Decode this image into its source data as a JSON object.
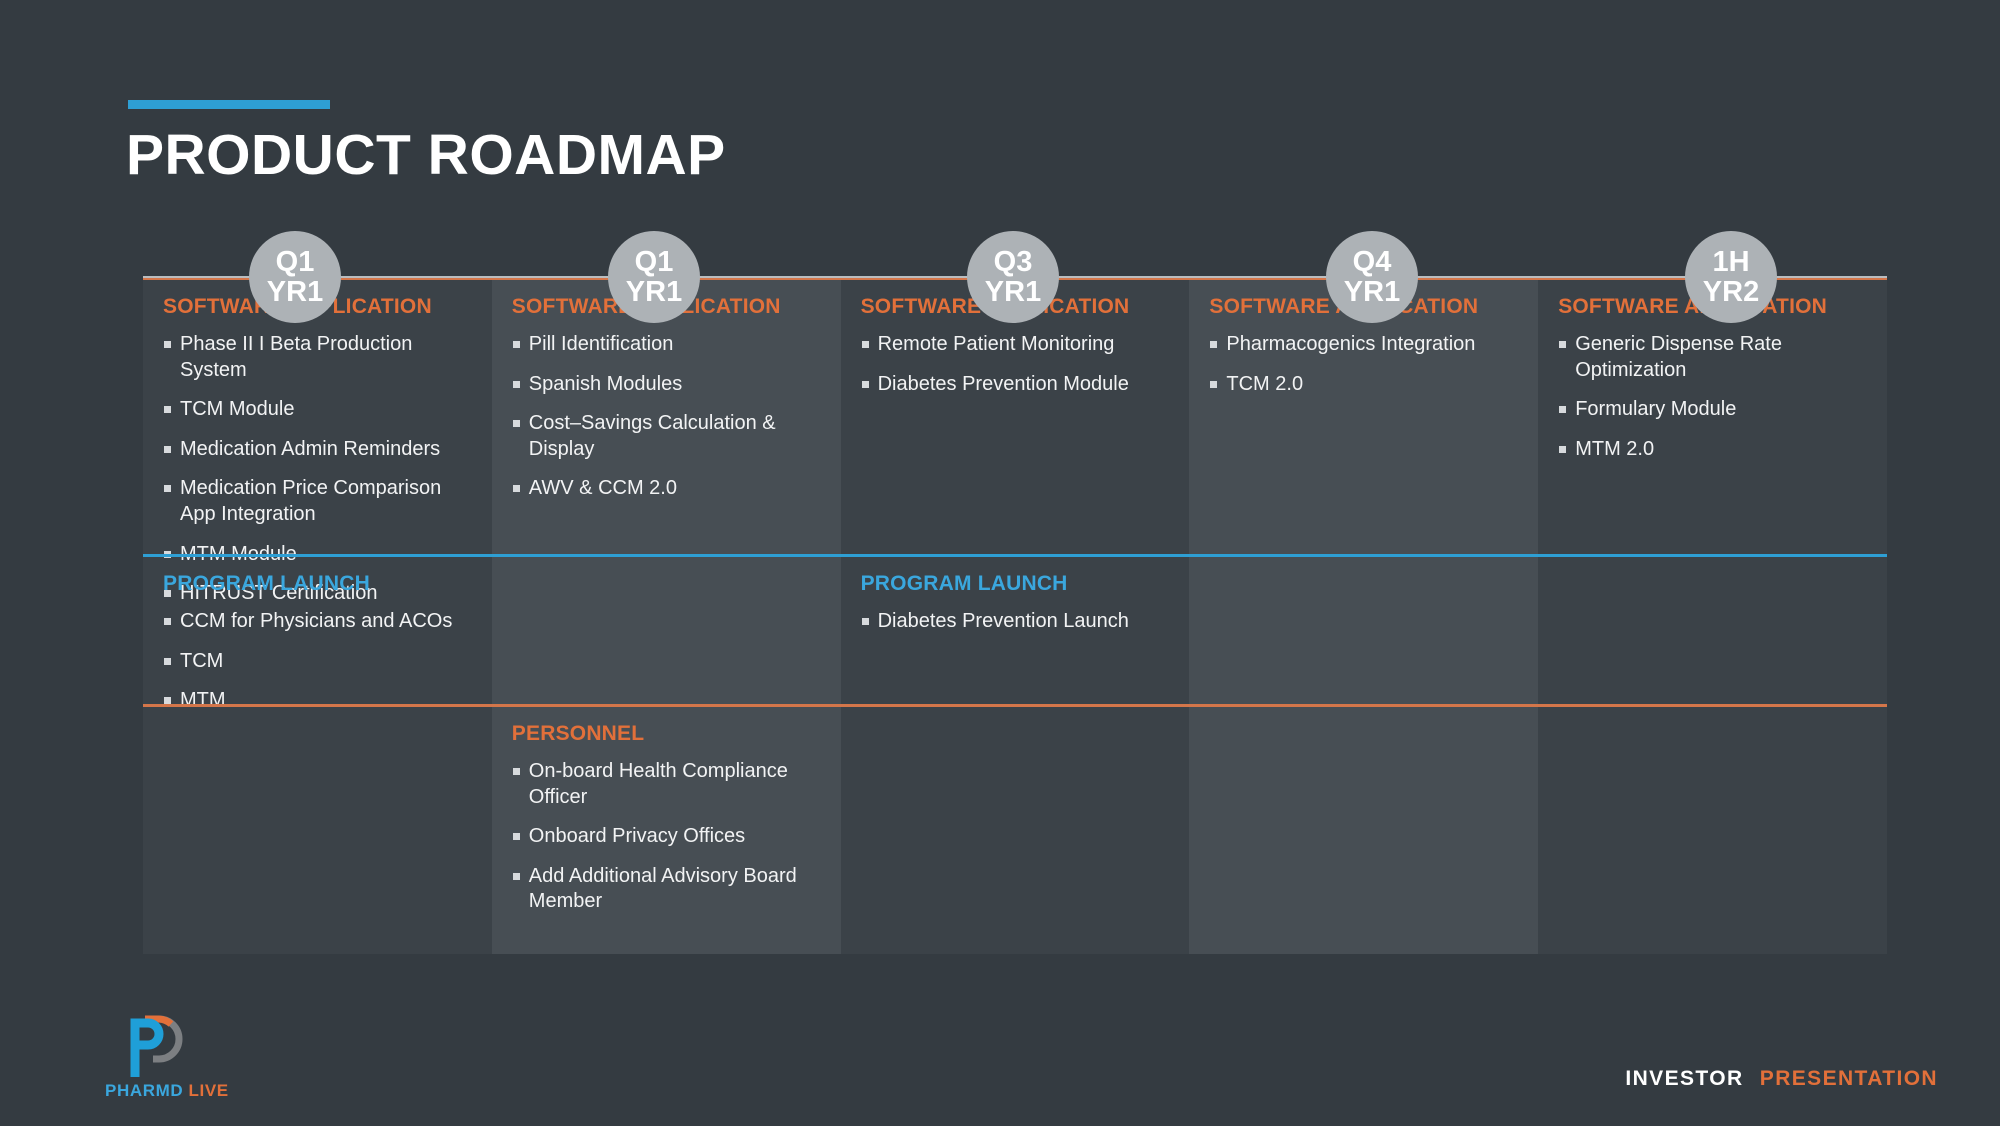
{
  "slide": {
    "title": "PRODUCT ROADMAP",
    "accent_blue": "#2e9fd4",
    "accent_orange": "#e2703a",
    "background": "#343b41"
  },
  "timeline": {
    "milestones": [
      {
        "quarter": "Q1",
        "year": "YR1"
      },
      {
        "quarter": "Q1",
        "year": "YR1"
      },
      {
        "quarter": "Q3",
        "year": "YR1"
      },
      {
        "quarter": "Q4",
        "year": "YR1"
      },
      {
        "quarter": "1H",
        "year": "YR2"
      }
    ]
  },
  "rows": [
    {
      "key": "software",
      "heading": "SOFTWARE APPLICATION",
      "heading_color": "#e2703a",
      "rule_color": "#d4764a",
      "columns": [
        {
          "items": [
            "Phase II I Beta Production System",
            "TCM Module",
            "Medication Admin Reminders",
            "Medication Price Comparison App Integration",
            "MTM Module",
            "HITRUST Certification"
          ]
        },
        {
          "items": [
            "Pill Identification",
            "Spanish Modules",
            "Cost–Savings Calculation & Display",
            "AWV & CCM 2.0"
          ]
        },
        {
          "items": [
            "Remote Patient Monitoring",
            "Diabetes Prevention Module"
          ]
        },
        {
          "items": [
            "Pharmacogenics Integration",
            "TCM 2.0"
          ]
        },
        {
          "items": [
            "Generic Dispense Rate Optimization",
            "Formulary Module",
            "MTM 2.0"
          ]
        }
      ]
    },
    {
      "key": "program-launch",
      "heading": "PROGRAM LAUNCH",
      "heading_color": "#3aa7de",
      "rule_color": "#2e9fd4",
      "columns": [
        {
          "items": [
            "CCM for Physicians and ACOs",
            "TCM",
            "MTM"
          ]
        },
        {
          "items": []
        },
        {
          "items": [
            "Diabetes Prevention Launch"
          ]
        },
        {
          "items": []
        },
        {
          "items": []
        }
      ]
    },
    {
      "key": "personnel",
      "heading": "PERSONNEL",
      "heading_color": "#e2703a",
      "rule_color": "#d4764a",
      "columns": [
        {
          "items": []
        },
        {
          "items": [
            "On-board Health Compliance Officer",
            "Onboard Privacy Offices",
            "Add Additional Advisory Board Member"
          ]
        },
        {
          "items": []
        },
        {
          "items": []
        },
        {
          "items": []
        }
      ]
    }
  ],
  "footer": {
    "logo_primary": "PHARMD",
    "logo_secondary": "LIVE",
    "right_primary": "INVESTOR",
    "right_secondary": "PRESENTATION"
  }
}
